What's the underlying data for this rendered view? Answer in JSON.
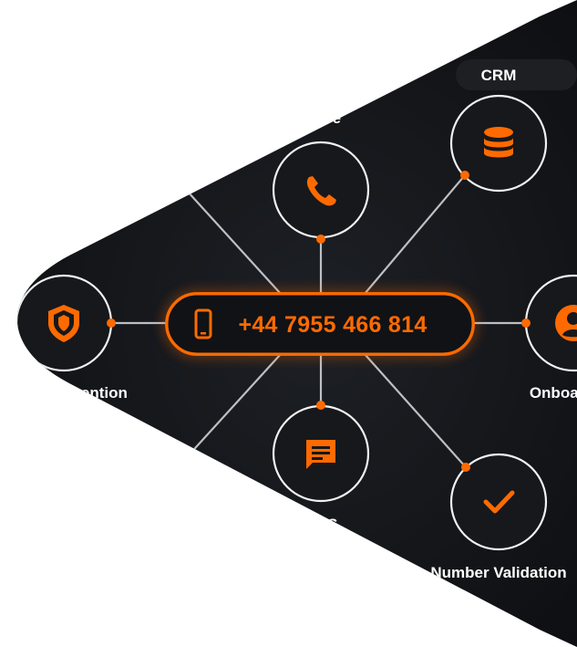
{
  "center": {
    "phone_number": "+44 7955 466 814",
    "icon": "mobile-phone-icon"
  },
  "nodes": [
    {
      "id": "voice",
      "label": "Voice",
      "icon": "phone-icon"
    },
    {
      "id": "crm",
      "label": "CRM",
      "icon": "database-icon"
    },
    {
      "id": "fraud-prevention",
      "label": "Fraud Prevention",
      "icon": "shield-icon"
    },
    {
      "id": "onboarding",
      "label": "Onboarding",
      "icon": "user-icon"
    },
    {
      "id": "sms",
      "label": "SMS",
      "icon": "message-icon"
    },
    {
      "id": "number-validation",
      "label": "Number Validation",
      "icon": "checkmark-icon"
    }
  ],
  "colors": {
    "background": "#14161a",
    "accent": "#ff6a00",
    "line": "#cfd2d6",
    "text": "#ffffff"
  }
}
